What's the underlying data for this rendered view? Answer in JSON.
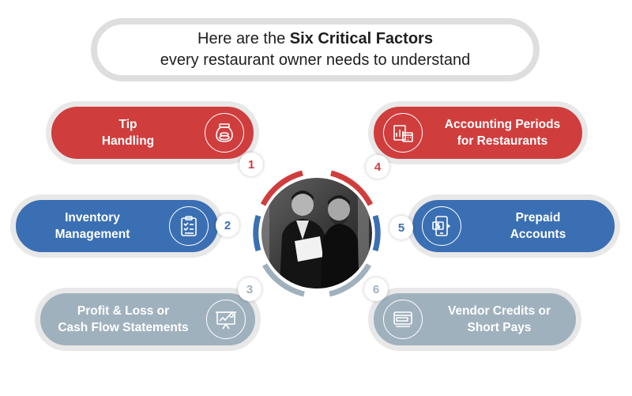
{
  "header": {
    "line1_prefix": "Here are the ",
    "line1_bold": "Six Critical Factors",
    "line2": "every restaurant owner needs to understand"
  },
  "factors": [
    {
      "number": "1",
      "line1": "Tip",
      "line2": "Handling",
      "icon": "tip-jar-icon",
      "color": "#d03d3d"
    },
    {
      "number": "2",
      "line1": "Inventory",
      "line2": "Management",
      "icon": "clipboard-checklist-icon",
      "color": "#3b6fb3"
    },
    {
      "number": "3",
      "line1": "Profit & Loss or",
      "line2": "Cash Flow Statements",
      "icon": "presentation-chart-icon",
      "color": "#a0b1be"
    },
    {
      "number": "4",
      "line1": "Accounting Periods",
      "line2": "for Restaurants",
      "icon": "calendar-chart-icon",
      "color": "#d03d3d"
    },
    {
      "number": "5",
      "line1": "Prepaid",
      "line2": "Accounts",
      "icon": "mobile-payment-icon",
      "color": "#3b6fb3"
    },
    {
      "number": "6",
      "line1": "Vendor Credits or",
      "line2": "Short Pays",
      "icon": "credit-card-icon",
      "color": "#a0b1be"
    }
  ],
  "center_image": "two-men-reviewing-document-photo"
}
